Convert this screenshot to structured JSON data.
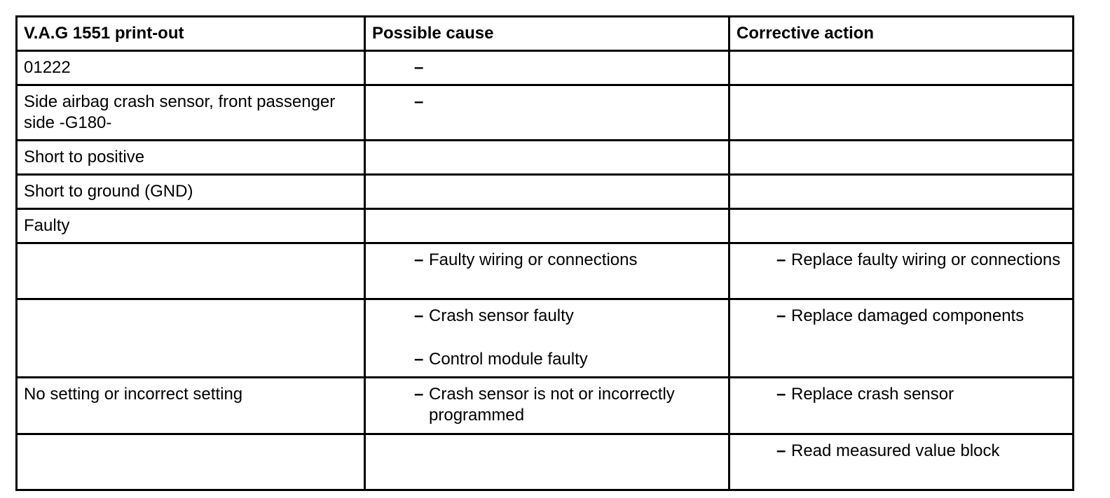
{
  "table": {
    "headers": [
      "V.A.G 1551 print-out",
      "Possible cause",
      "Corrective action"
    ],
    "dash": "–",
    "rows": {
      "code": {
        "printout": "01222"
      },
      "component": {
        "printout": "Side airbag crash sensor, front passenger side -G180-"
      },
      "short_pos": {
        "printout": "Short to positive"
      },
      "short_gnd": {
        "printout": "Short to ground (GND)"
      },
      "faulty": {
        "printout": "Faulty"
      },
      "wiring": {
        "cause": "Faulty wiring or connections",
        "action": "Replace faulty wiring or connections"
      },
      "sensor": {
        "cause_1": "Crash sensor faulty",
        "cause_2": "Control module faulty",
        "action": "Replace damaged components"
      },
      "setting": {
        "printout": "No setting or incorrect setting",
        "cause": "Crash sensor is not or incorrectly programmed",
        "action": "Replace crash sensor"
      },
      "measured": {
        "action": "Read measured value block"
      }
    }
  }
}
